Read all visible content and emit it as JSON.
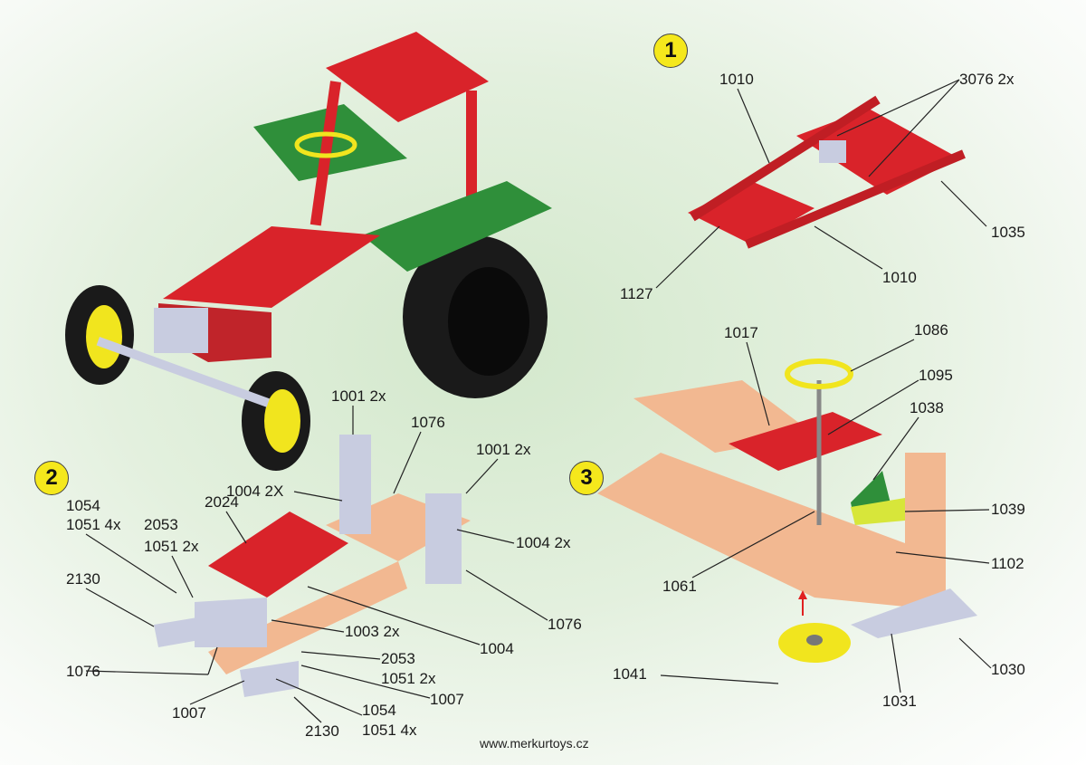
{
  "steps": {
    "s1": "1",
    "s2": "2",
    "s3": "3"
  },
  "step1_labels": [
    "1010",
    "3076 2x",
    "1035",
    "1010",
    "1127"
  ],
  "step2_labels": [
    "1001 2x",
    "1076",
    "1001 2x",
    "1004 2X",
    "2024",
    "1054",
    "1051 4x",
    "2053",
    "1051 2x",
    "1004 2x",
    "2130",
    "1003 2x",
    "1004",
    "1076",
    "2053",
    "1051 2x",
    "1076",
    "1007",
    "1007",
    "1054",
    "2130",
    "1051 4x"
  ],
  "step3_labels": [
    "1086",
    "1017",
    "1095",
    "1038",
    "1039",
    "1102",
    "1061",
    "1041",
    "1031",
    "1030"
  ],
  "footer": "www.merkurtoys.cz",
  "colors": {
    "red": "#d9232a",
    "green": "#2f8f3a",
    "peach": "#f2b891",
    "silver": "#c8cce0",
    "yellow": "#f1e51e",
    "tyre": "#1a1a1a"
  }
}
